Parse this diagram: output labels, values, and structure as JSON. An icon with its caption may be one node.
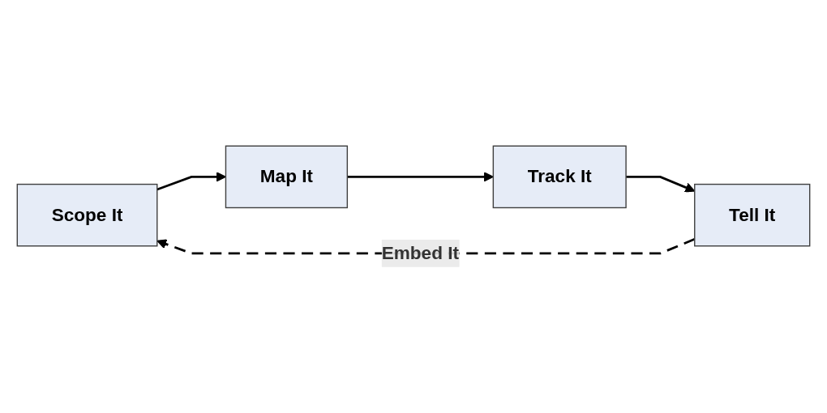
{
  "diagram": {
    "nodes": [
      {
        "text": [
          "Scope It"
        ]
      },
      {
        "text": [
          "Map It"
        ]
      },
      {
        "text": [
          "Track It"
        ]
      },
      {
        "text": [
          "Tell It"
        ]
      }
    ],
    "edges": [
      {
        "from": 0,
        "to": 1,
        "arrow": "to"
      },
      {
        "from": 1,
        "to": 2,
        "arrow": "to"
      },
      {
        "from": 2,
        "to": 3,
        "arrow": "to"
      },
      {
        "from": 3,
        "to": 0,
        "arrow": "to",
        "label": "Embed It",
        "style": "dashed"
      }
    ]
  }
}
